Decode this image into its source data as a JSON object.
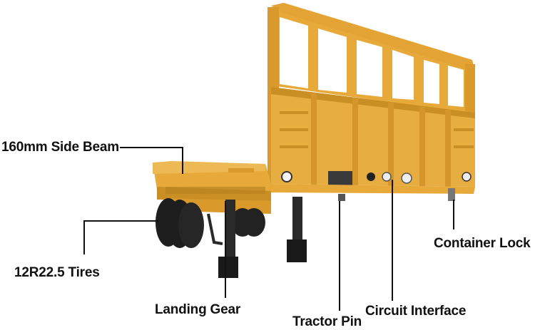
{
  "labels": {
    "side_beam": "160mm Side Beam",
    "tires": "12R22.5 Tires",
    "landing_gear": "Landing Gear",
    "tractor_pin": "Tractor Pin",
    "circuit_interface": "Circuit Interface",
    "container_lock": "Container Lock"
  },
  "colors": {
    "trailer_body": "#E6A93A",
    "trailer_shadow": "#C98E24",
    "tire": "#1E1E1E",
    "leader_line": "#111111"
  }
}
